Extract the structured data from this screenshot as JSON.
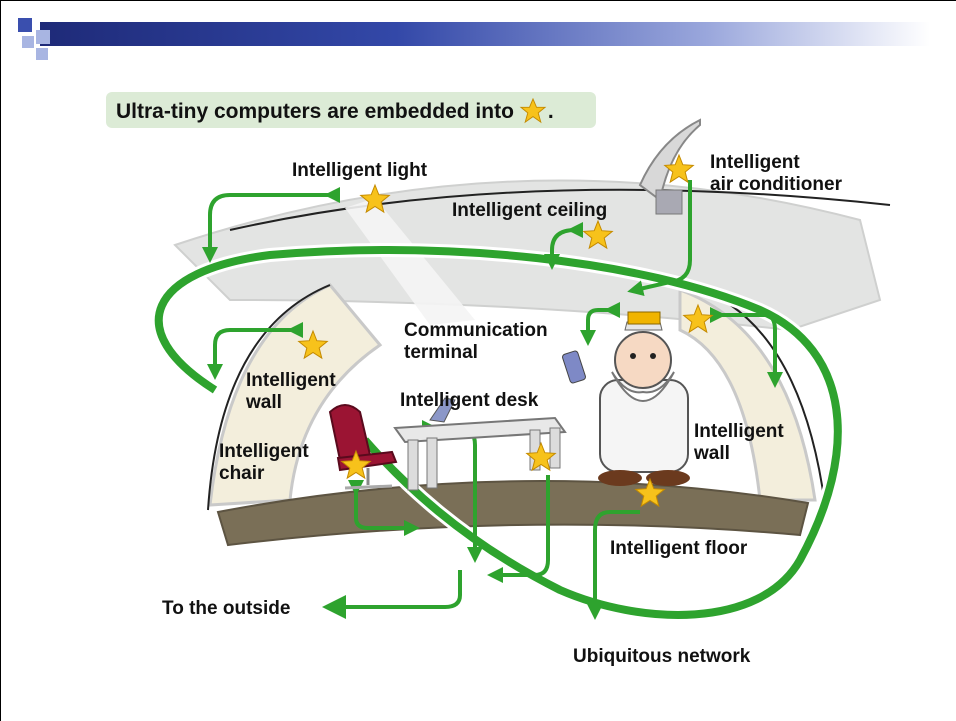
{
  "header_gradient": {
    "dark": "#1e2a78",
    "light": "#ffffff",
    "square_dark": "#3a4fae",
    "square_light": "#a8b5e2"
  },
  "title": "Ultra-tiny computers are embedded into",
  "title_suffix": ".",
  "labels": {
    "intelligent_light": "Intelligent light",
    "intelligent_air_conditioner": "Intelligent\nair conditioner",
    "intelligent_ceiling": "Intelligent ceiling",
    "communication_terminal": "Communication\nterminal",
    "intelligent_wall_left": "Intelligent\nwall",
    "intelligent_desk": "Intelligent desk",
    "intelligent_chair": "Intelligent\nchair",
    "intelligent_wall_right": "Intelligent\nwall",
    "intelligent_floor": "Intelligent floor",
    "to_the_outside": "To the outside",
    "ubiquitous_network": "Ubiquitous network"
  },
  "colors": {
    "network_green": "#2ea32e",
    "star_fill": "#f7c21b",
    "star_stroke": "#c48a00",
    "ceiling": "#e3e4e3",
    "wall": "#f3eedc",
    "wall_frame": "#c9c9c9",
    "floor": "#7a6f57",
    "chair": "#9b1433"
  },
  "star_icon": "star-icon"
}
